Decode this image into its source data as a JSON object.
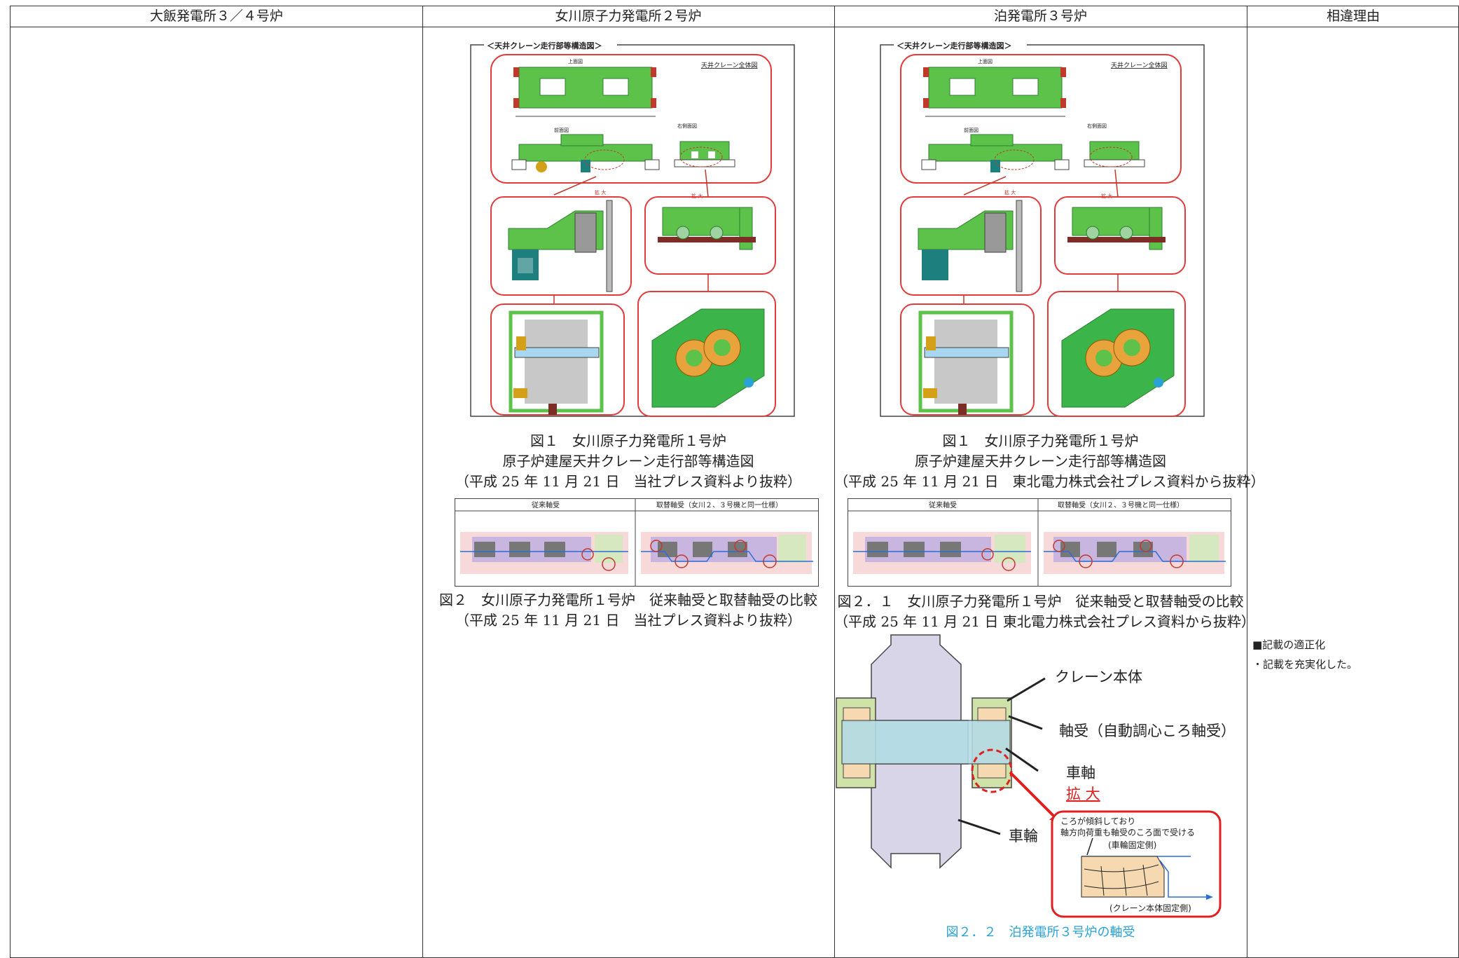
{
  "header": {
    "col1": "大飯発電所３／４号炉",
    "col2": "女川原子力発電所２号炉",
    "col3": "泊発電所３号炉",
    "col4": "相違理由"
  },
  "col2": {
    "fig1_caption": [
      "図１　女川原子力発電所１号炉",
      "原子炉建屋天井クレーン走行部等構造図",
      "（平成 25 年 11 月 21 日　当社プレス資料より抜粋）"
    ],
    "fig2_caption": [
      "図２　女川原子力発電所１号炉　従来軸受と取替軸受の比較",
      "（平成 25 年 11 月 21 日　当社プレス資料より抜粋）"
    ]
  },
  "col3": {
    "fig1_caption": [
      "図１　女川原子力発電所１号炉",
      "原子炉建屋天井クレーン走行部等構造図",
      "（平成 25 年 11 月 21 日　東北電力株式会社プレス資料から抜粋）"
    ],
    "fig2_caption": [
      "図２．１　女川原子力発電所１号炉　従来軸受と取替軸受の比較",
      "（平成 25 年 11 月 21 日 東北電力株式会社プレス資料から抜粋）"
    ],
    "fig22": {
      "label_crane": "クレーン本体",
      "label_bearing": "軸受（自動調心ころ軸受）",
      "label_axle": "車軸",
      "label_enlarge": "拡 大",
      "label_wheel": "車輪",
      "inset_note1": "ころが傾斜しており",
      "inset_note2": "軸方向荷重も軸受のころ面で受ける",
      "inset_top": "(車輪固定側)",
      "inset_bottom": "(クレーン本体固定側)",
      "caption": "図２．２　泊発電所３号炉の軸受"
    }
  },
  "col4": {
    "reason1": "■記載の適正化",
    "reason2": "・記載を充実化した。"
  },
  "crane_diagram": {
    "title": "＜天井クレーン走行部等構造図＞",
    "label_full": "天井クレーン全体図",
    "label_top": "上面図",
    "label_front": "前面図",
    "label_side": "右側面図",
    "label_enlarge": "拡 大",
    "comparison_old": "従来軸受",
    "comparison_new": "取替軸受（女川２、３号機と同一仕様）",
    "colors": {
      "green": "#5cc24a",
      "red_frame": "#e23b3b",
      "dark_green": "#2e7d32"
    }
  }
}
